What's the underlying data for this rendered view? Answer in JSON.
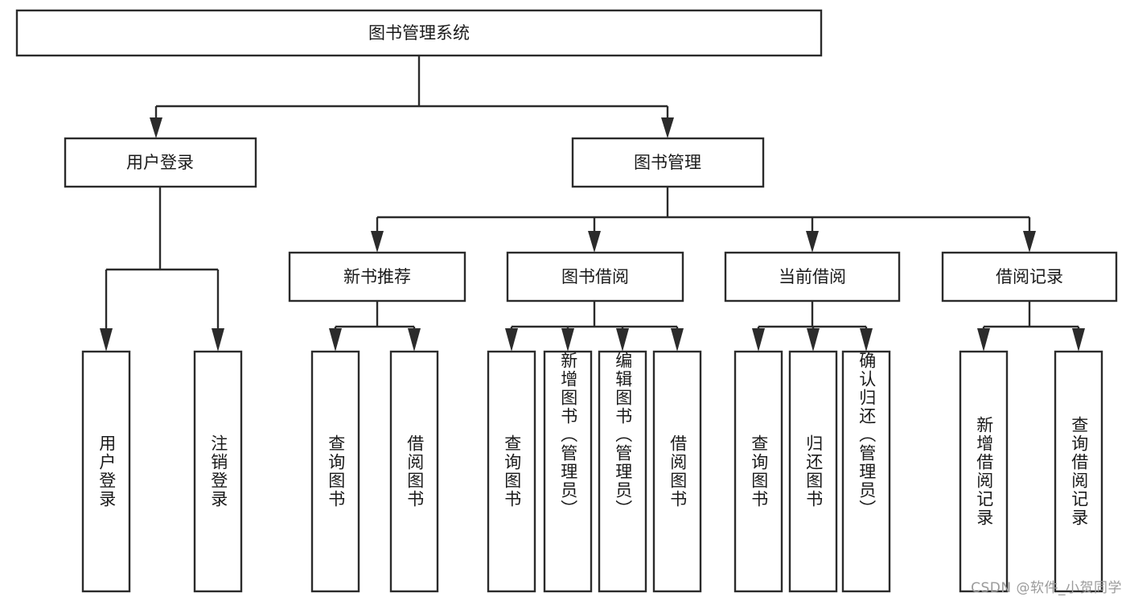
{
  "diagram": {
    "title": "图书管理系统",
    "type": "tree-hierarchy-diagram",
    "colors": {
      "box_stroke": "#2b2b2b",
      "box_fill": "#ffffff",
      "connector": "#2b2b2b",
      "text": "#1a1a1a",
      "background": "#ffffff",
      "watermark": "#9b9b9b"
    },
    "root": {
      "label": "图书管理系统"
    },
    "level2": [
      {
        "label": "用户登录"
      },
      {
        "label": "图书管理"
      }
    ],
    "level3": [
      {
        "label": "新书推荐"
      },
      {
        "label": "图书借阅"
      },
      {
        "label": "当前借阅"
      },
      {
        "label": "借阅记录"
      }
    ],
    "leaves": {
      "user_login": [
        {
          "label": "用户登录"
        },
        {
          "label": "注销登录"
        }
      ],
      "new_book_recommend": [
        {
          "label": "查询图书"
        },
        {
          "label": "借阅图书"
        }
      ],
      "book_borrow": [
        {
          "label": "查询图书"
        },
        {
          "label": "新增图书（管理员）"
        },
        {
          "label": "编辑图书（管理员）"
        },
        {
          "label": "借阅图书"
        }
      ],
      "current_borrow": [
        {
          "label": "查询图书"
        },
        {
          "label": "归还图书"
        },
        {
          "label": "确认归还（管理员）"
        }
      ],
      "borrow_record": [
        {
          "label": "新增借阅记录"
        },
        {
          "label": "查询借阅记录"
        }
      ]
    }
  },
  "watermark": {
    "text": "CSDN @软件_小贺同学"
  }
}
